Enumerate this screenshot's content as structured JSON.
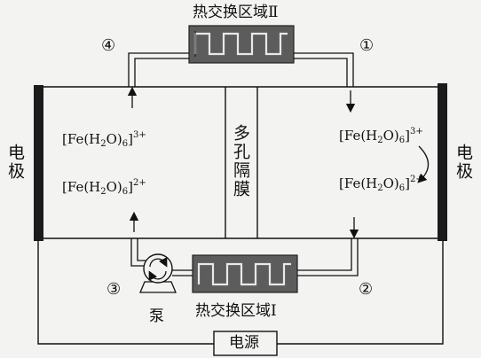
{
  "heat_exchanger_top": "热交换区域Ⅱ",
  "heat_exchanger_bottom": "热交换区域Ⅰ",
  "membrane": "多孔隔膜",
  "electrode_left": "电极",
  "electrode_right": "电极",
  "power_source": "电源",
  "pump": "泵",
  "positions": {
    "p1": "①",
    "p2": "②",
    "p3": "③",
    "p4": "④"
  },
  "species": {
    "fe3": {
      "prefix": "[Fe(H",
      "sub1": "2",
      "mid": "O)",
      "sub2": "6",
      "suffix": "]",
      "charge": "3+"
    },
    "fe2": {
      "prefix": "[Fe(H",
      "sub1": "2",
      "mid": "O)",
      "sub2": "6",
      "suffix": "]",
      "charge": "2+"
    }
  }
}
